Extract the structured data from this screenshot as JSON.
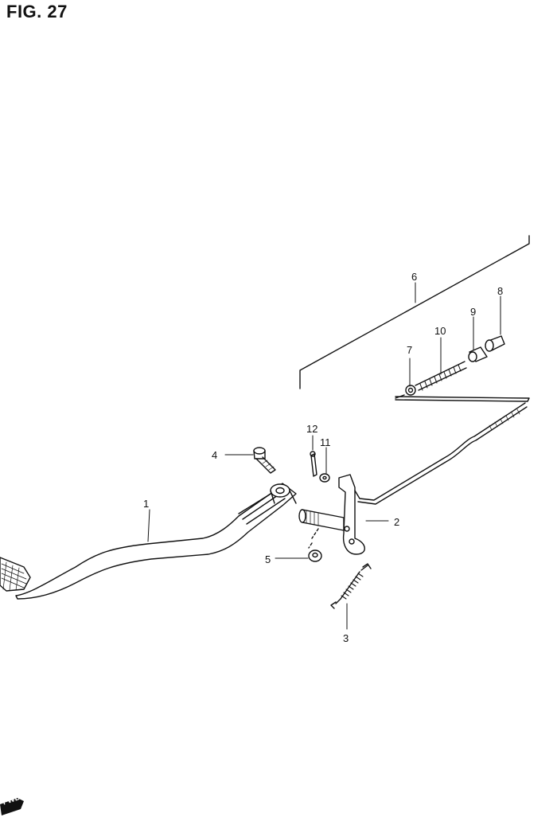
{
  "figure": {
    "title": "FIG. 27",
    "forward_badge": "FWD"
  },
  "callouts": [
    {
      "id": "1",
      "part": "brake-pedal"
    },
    {
      "id": "2",
      "part": "brake-lever-arm"
    },
    {
      "id": "3",
      "part": "return-spring"
    },
    {
      "id": "4",
      "part": "bolt"
    },
    {
      "id": "5",
      "part": "washer"
    },
    {
      "id": "6",
      "part": "brake-rod-assembly"
    },
    {
      "id": "7",
      "part": "nut"
    },
    {
      "id": "8",
      "part": "pin"
    },
    {
      "id": "9",
      "part": "joint"
    },
    {
      "id": "10",
      "part": "spring"
    },
    {
      "id": "11",
      "part": "washer-small"
    },
    {
      "id": "12",
      "part": "cotter-pin"
    }
  ],
  "colors": {
    "ink": "#111111",
    "background": "#ffffff"
  }
}
